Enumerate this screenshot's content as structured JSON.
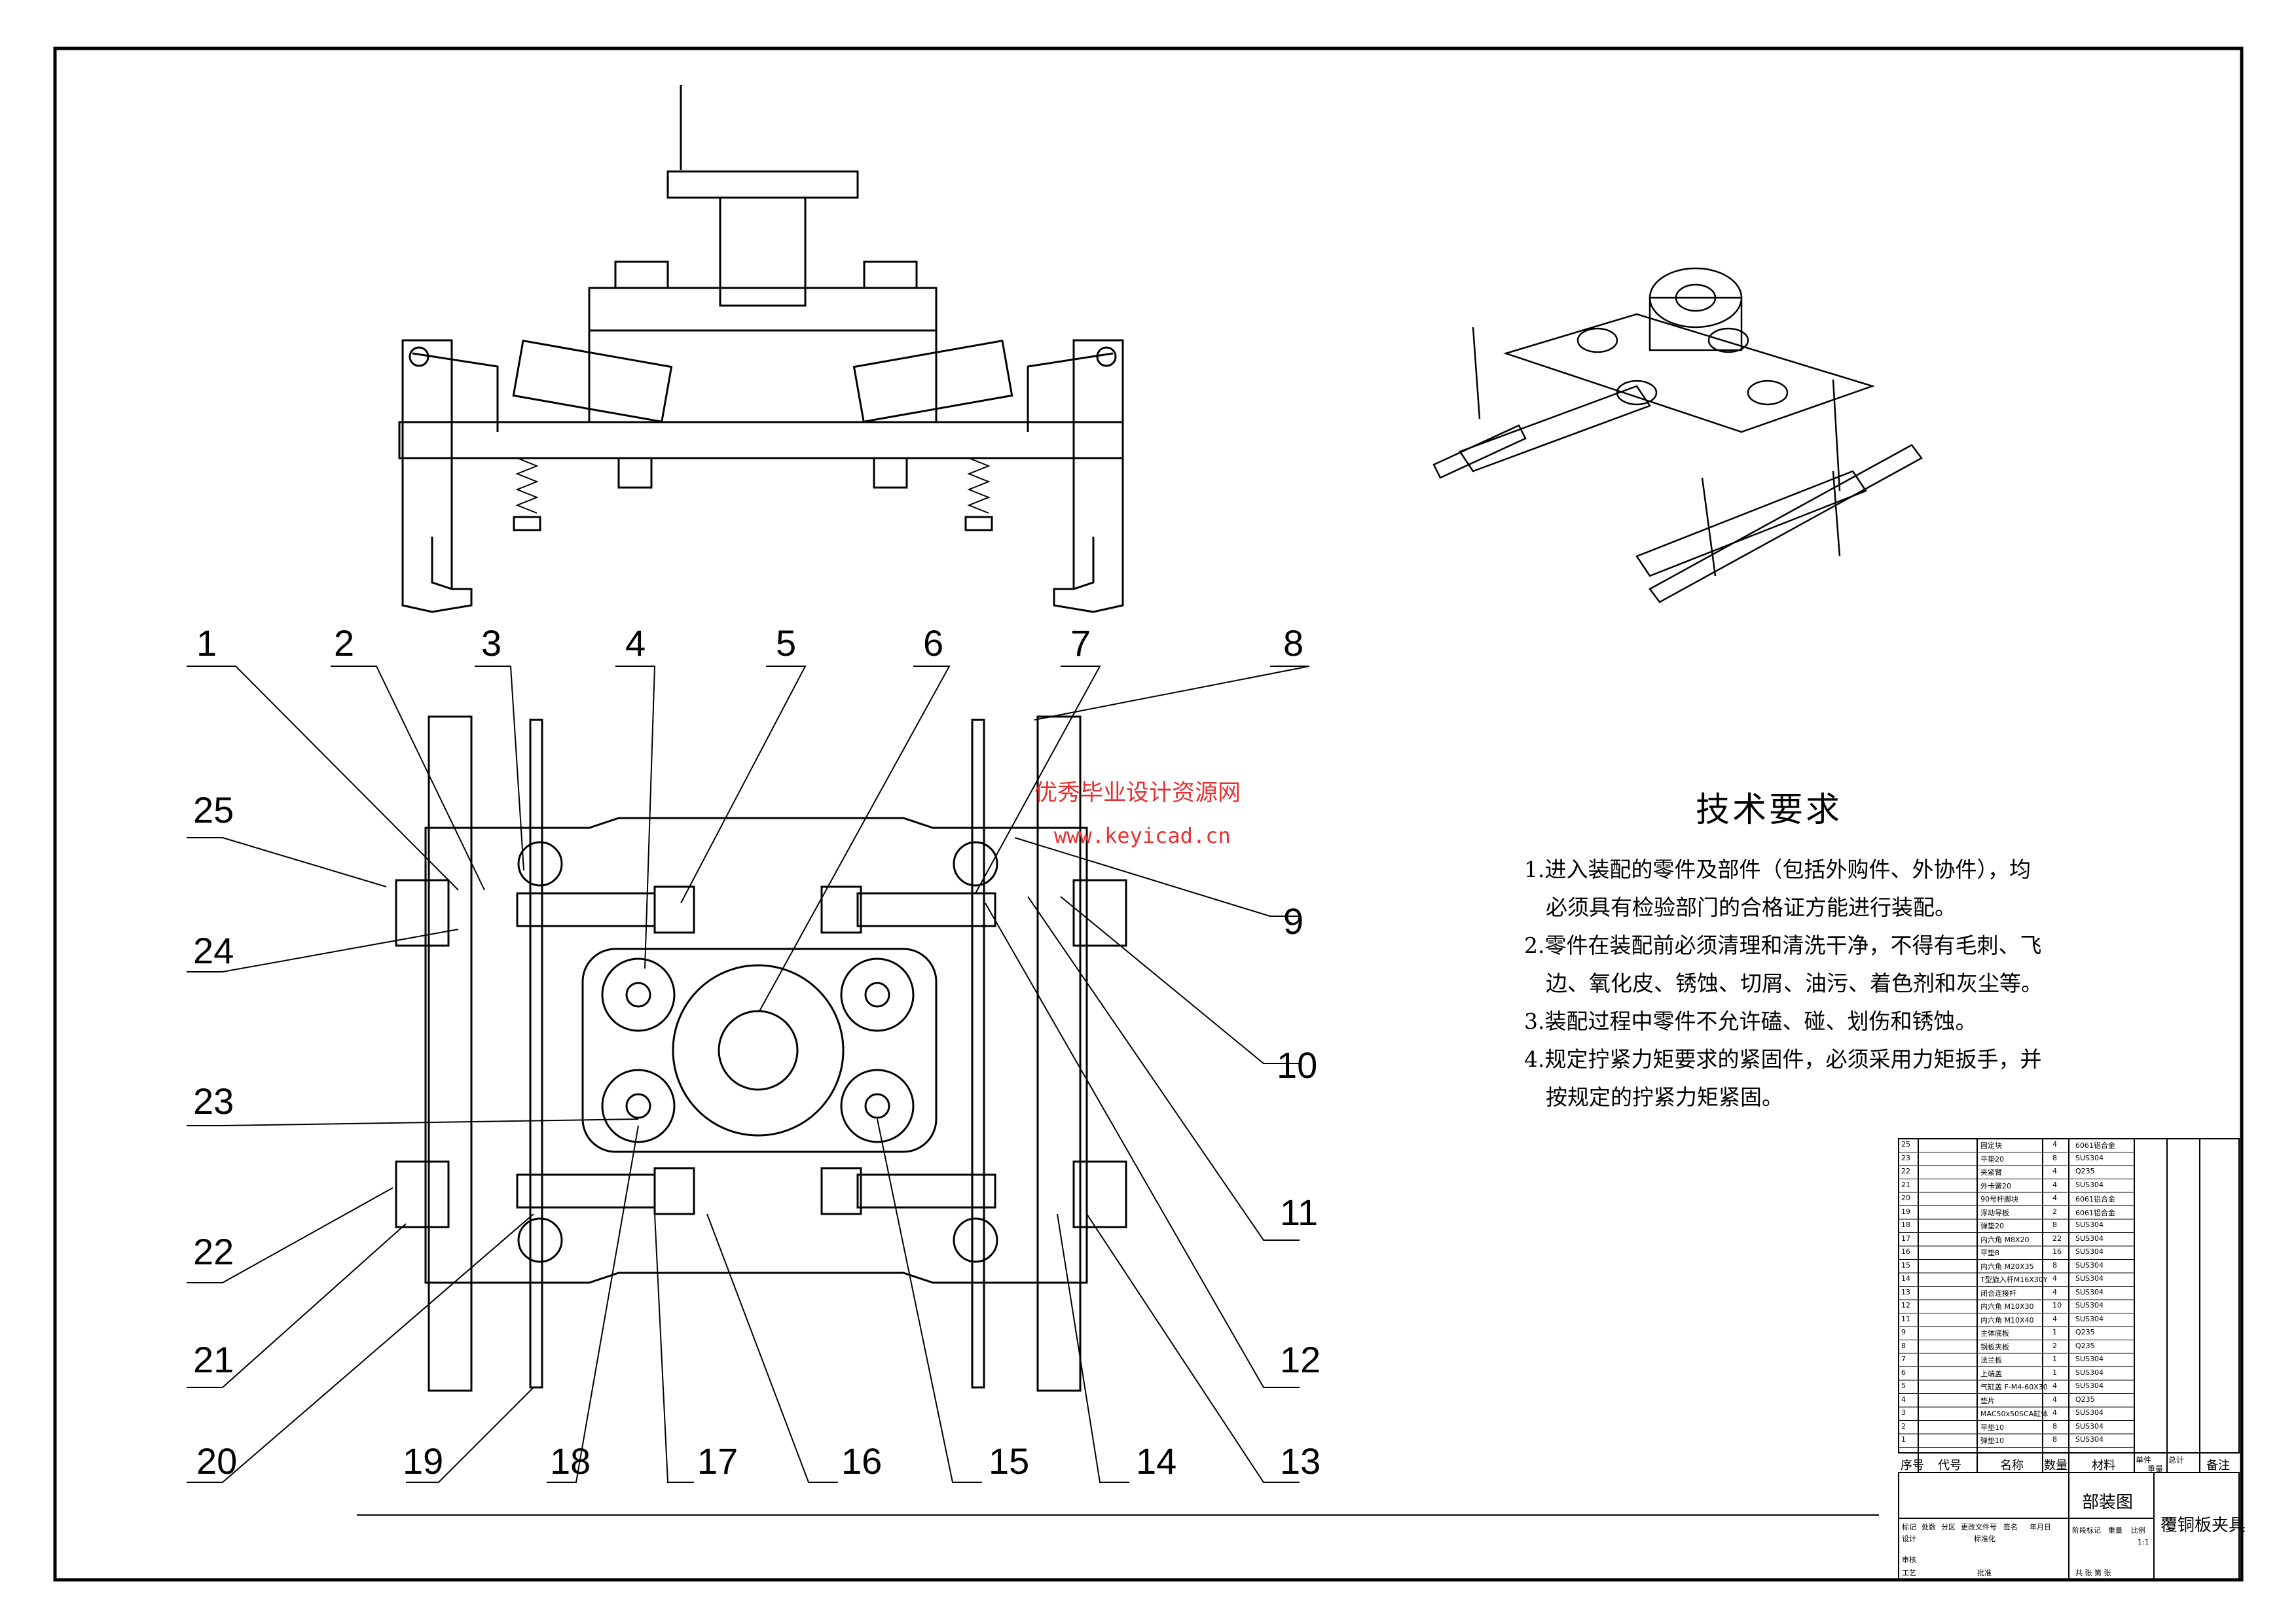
{
  "callouts": [
    "1",
    "2",
    "3",
    "4",
    "5",
    "6",
    "7",
    "8",
    "9",
    "10",
    "11",
    "12",
    "13",
    "14",
    "15",
    "16",
    "17",
    "18",
    "19",
    "20",
    "21",
    "22",
    "23",
    "24",
    "25"
  ],
  "watermark": {
    "cn": "优秀毕业设计资源网",
    "url": "www.keyicad.cn"
  },
  "tech_requirements": {
    "title": "技术要求",
    "lines": [
      "1.进入装配的零件及部件（包括外购件、外协件），均",
      "　必须具有检验部门的合格证方能进行装配。",
      "2.零件在装配前必须清理和清洗干净，不得有毛刺、飞",
      "　边、氧化皮、锈蚀、切屑、油污、着色剂和灰尘等。",
      "3.装配过程中零件不允许磕、碰、划伤和锈蚀。",
      "4.规定拧紧力矩要求的紧固件，必须采用力矩扳手，并",
      "　按规定的拧紧力矩紧固。"
    ]
  },
  "bom": {
    "rows": [
      {
        "no": "25",
        "name": "固定块",
        "qty": "4",
        "mat": "6061铝合金"
      },
      {
        "no": "23",
        "name": "平垫20",
        "qty": "8",
        "mat": "SUS304"
      },
      {
        "no": "22",
        "name": "夹紧臂",
        "qty": "4",
        "mat": "Q235"
      },
      {
        "no": "21",
        "name": "外卡簧20",
        "qty": "4",
        "mat": "SUS304"
      },
      {
        "no": "20",
        "name": "90号杆脚块",
        "qty": "4",
        "mat": "6061铝合金"
      },
      {
        "no": "19",
        "name": "浮动导板",
        "qty": "2",
        "mat": "6061铝合金"
      },
      {
        "no": "18",
        "name": "弹垫20",
        "qty": "8",
        "mat": "SUS304"
      },
      {
        "no": "17",
        "name": "内六角 M8X20",
        "qty": "22",
        "mat": "SUS304"
      },
      {
        "no": "16",
        "name": "平垫8",
        "qty": "16",
        "mat": "SUS304"
      },
      {
        "no": "15",
        "name": "内六角 M20X35",
        "qty": "8",
        "mat": "SUS304"
      },
      {
        "no": "14",
        "name": "T型旋入杆M16X30Y",
        "qty": "4",
        "mat": "SUS304"
      },
      {
        "no": "13",
        "name": "闭合连接杆",
        "qty": "4",
        "mat": "SUS304"
      },
      {
        "no": "12",
        "name": "内六角 M10X30",
        "qty": "10",
        "mat": "SUS304"
      },
      {
        "no": "11",
        "name": "内六角 M10X40",
        "qty": "4",
        "mat": "SUS304"
      },
      {
        "no": "9",
        "name": "主体底板",
        "qty": "1",
        "mat": "Q235"
      },
      {
        "no": "8",
        "name": "钢板夹板",
        "qty": "2",
        "mat": "Q235"
      },
      {
        "no": "7",
        "name": "法兰板",
        "qty": "1",
        "mat": "SUS304"
      },
      {
        "no": "6",
        "name": "上端盖",
        "qty": "1",
        "mat": "SUS304"
      },
      {
        "no": "5",
        "name": "气缸盖 F-M4-60X30",
        "qty": "4",
        "mat": "SUS304"
      },
      {
        "no": "4",
        "name": "垫片",
        "qty": "4",
        "mat": "Q235"
      },
      {
        "no": "3",
        "name": "MAC50x50SCA缸体",
        "qty": "4",
        "mat": "SUS304"
      },
      {
        "no": "2",
        "name": "平垫10",
        "qty": "8",
        "mat": "SUS304"
      },
      {
        "no": "1",
        "name": "弹垫10",
        "qty": "8",
        "mat": "SUS304"
      }
    ],
    "header": {
      "no": "序号",
      "code": "代号",
      "name": "名称",
      "qty": "数量",
      "mat": "材料",
      "unit_wt": "单件",
      "total_wt": "总计",
      "weight": "重量",
      "remark": "备注"
    }
  },
  "title_block": {
    "drawing_type": "部装图",
    "product_name": "覆铜板夹具",
    "labels": {
      "mark": "标记",
      "count": "处数",
      "zone": "分区",
      "change_doc": "更改文件号",
      "sign": "签名",
      "date": "年月日",
      "design": "设计",
      "standard": "标准化",
      "review": "审核",
      "process": "工艺",
      "approve": "批准",
      "stage_mark": "阶段标记",
      "weight": "重量",
      "scale": "比例",
      "sheet": "共 张 第 张"
    },
    "scale": "1:1"
  }
}
